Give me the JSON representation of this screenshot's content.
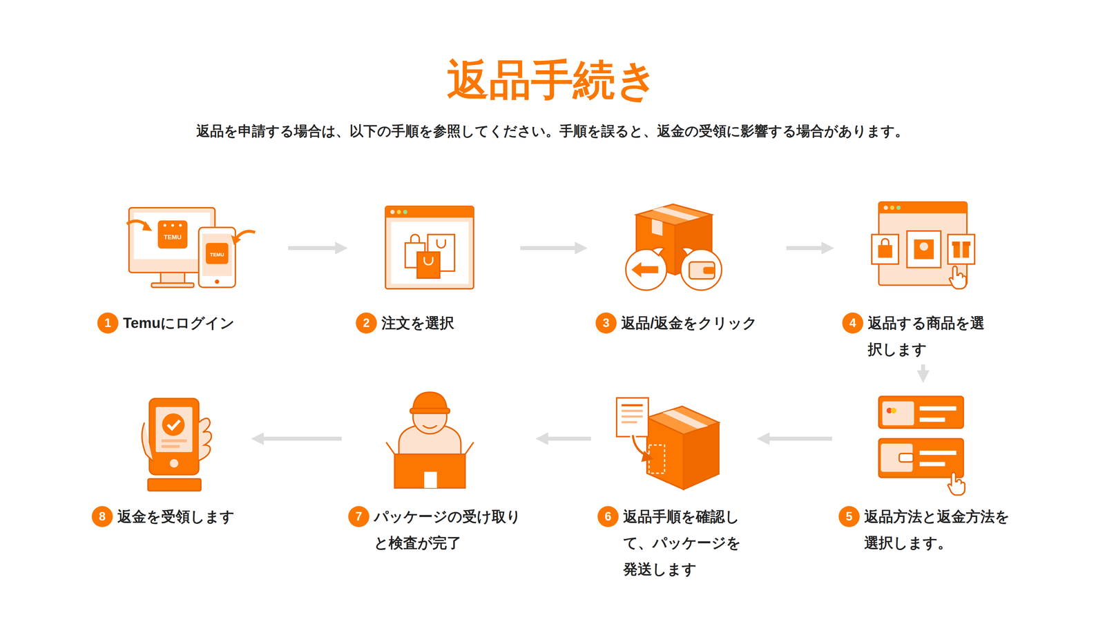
{
  "diagram": {
    "title": "返品手続き",
    "nodes": [
      {
        "text": [
          "1",
          "Temuにログイン"
        ]
      },
      {
        "text": [
          "2",
          "注文を選択"
        ]
      },
      {
        "text": [
          "3",
          "返品/返金をクリック"
        ]
      },
      {
        "text": [
          "4",
          "返品する商品を選 択します"
        ]
      },
      {
        "text": [
          "5",
          "返品方法と返金方法を 選択します。"
        ]
      },
      {
        "text": [
          "6",
          "返品手順を確認し て、パッケージを 発送します"
        ]
      },
      {
        "text": [
          "7",
          "パッケージの受け取り と検査が完了"
        ]
      },
      {
        "text": [
          "8",
          "返金を受領します"
        ]
      }
    ],
    "edges": [
      {
        "from": 0,
        "to": 1,
        "arrow": "to"
      },
      {
        "from": 1,
        "to": 2,
        "arrow": "to"
      },
      {
        "from": 2,
        "to": 3,
        "arrow": "to"
      },
      {
        "from": 3,
        "to": 4,
        "arrow": "to"
      },
      {
        "from": 4,
        "to": 5,
        "arrow": "to"
      },
      {
        "from": 5,
        "to": 6,
        "arrow": "to"
      },
      {
        "from": 6,
        "to": 7,
        "arrow": "to"
      }
    ],
    "labels": [
      "返品を申請する場合は、以下の手順を参照してください。手順を誤ると、返金の受領に影響する場合があります。",
      "TEMU",
      "TEMU"
    ]
  }
}
